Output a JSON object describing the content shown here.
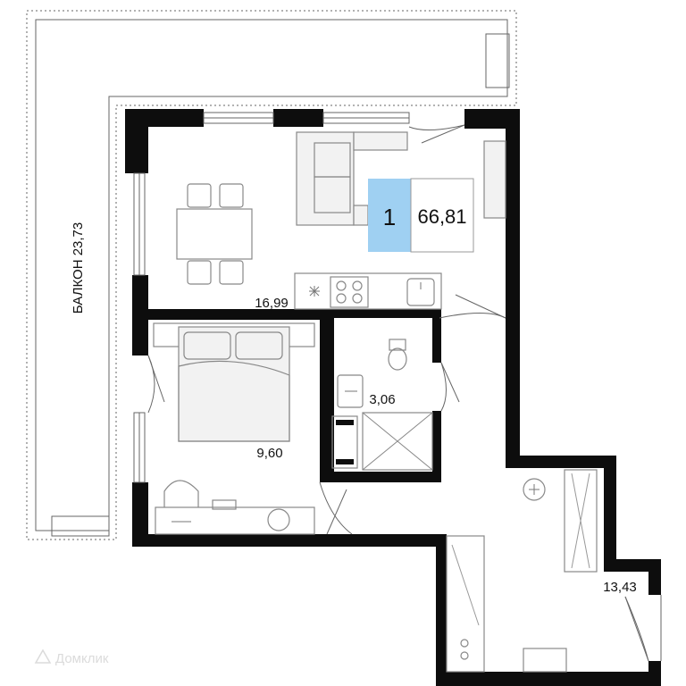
{
  "badge": {
    "rooms": "1",
    "total_area": "66,81",
    "accent_color": "#9fd0f2"
  },
  "rooms": {
    "balcony_label": "БАЛКОН 23,73",
    "living_area": "16,99",
    "bathroom_area": "3,06",
    "bedroom_area": "9,60",
    "hall_area": "13,43"
  },
  "watermark": "Домклик",
  "icons": [
    "ceiling-light-icon",
    "ceiling-light-icon",
    "stove-icon",
    "sink-icon",
    "toilet-icon",
    "shower-icon",
    "bed-icon",
    "sofa-icon",
    "dining-table-icon",
    "wardrobe-icon"
  ]
}
